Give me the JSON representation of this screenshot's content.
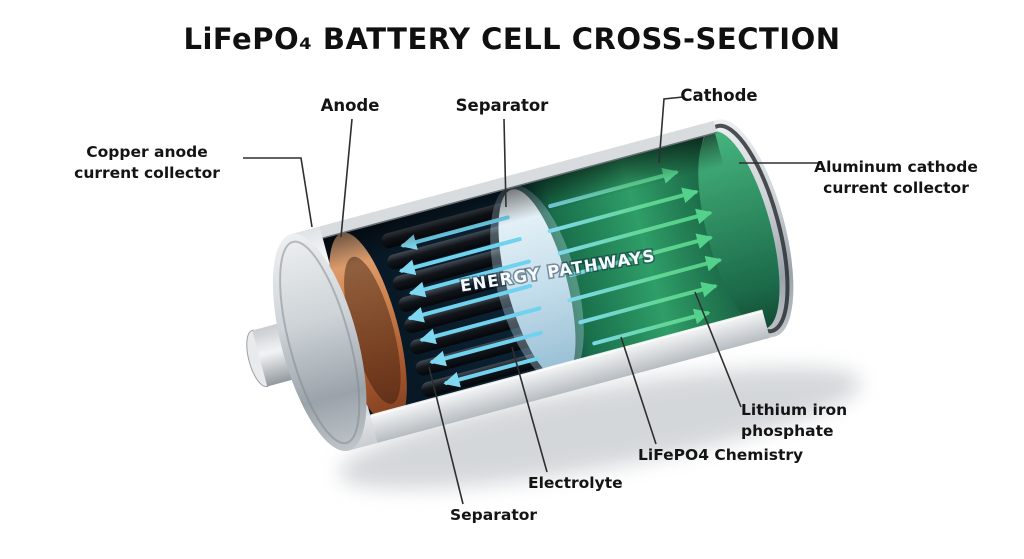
{
  "title": "LiFePO₄ BATTERY CELL CROSS-SECTION",
  "diagram": {
    "center_label": "ENERGY PATHWAYS",
    "labels": {
      "anode": "Anode",
      "separator_top": "Separator",
      "cathode": "Cathode",
      "copper_collector": [
        "Copper anode",
        "current collector"
      ],
      "aluminum_collector": [
        "Aluminum cathode",
        "current collector"
      ],
      "lithium_iron_phosphate": [
        "Lithium iron",
        "phosphate"
      ],
      "lifepo4_chemistry": "LiFePO4 Chemistry",
      "electrolyte": "Electrolyte",
      "separator_bottom": "Separator"
    },
    "colors": {
      "copper": "#c06a3c",
      "separator_blue": "#c6dfec",
      "cathode_green": "#2f9e68",
      "interior_navy": "#0c2435",
      "arrow_cyan": "#6fd2ee",
      "arrow_green": "#54d28c",
      "casing_silver": "#c6ccd1",
      "label_text": "#141414"
    }
  }
}
